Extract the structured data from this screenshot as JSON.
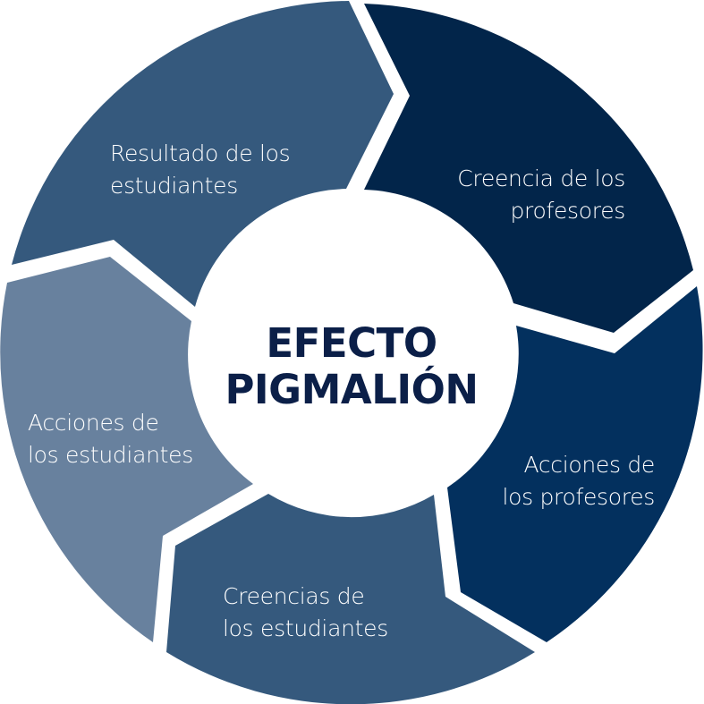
{
  "title": {
    "line1": "EFECTO",
    "line2": "PIGMALIÓN"
  },
  "colors": {
    "title": "#0B1F48",
    "background": "#FFFFFF",
    "center_circle": "#FFFFFF",
    "text_on_segments": "#FFFFFF"
  },
  "segments": [
    {
      "line1": "Creencia de los",
      "line2": "profesores",
      "color": "#02254A"
    },
    {
      "line1": "Acciones de",
      "line2": "los profesores",
      "color": "#03305E"
    },
    {
      "line1": "Creencias de",
      "line2": "los estudiantes",
      "color": "#35597D"
    },
    {
      "line1": "Acciones de",
      "line2": "los estudiantes",
      "color": "#68819E"
    },
    {
      "line1": "Resultado de los",
      "line2": "estudiantes",
      "color": "#35597D"
    }
  ]
}
